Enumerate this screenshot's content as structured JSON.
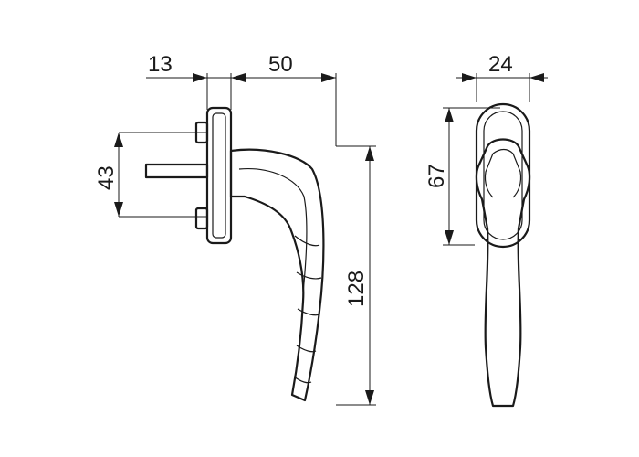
{
  "dimensions": {
    "rose_depth": "13",
    "projection": "50",
    "spindle_spacing": "43",
    "length": "128",
    "width": "24",
    "rose_height": "67"
  }
}
